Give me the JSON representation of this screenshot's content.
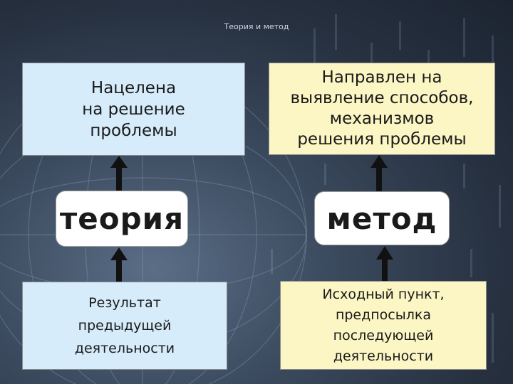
{
  "slide": {
    "title": "Теория и метод"
  },
  "theory": {
    "label": "теория",
    "goal_lines": [
      "Нацелена",
      "на решение",
      "проблемы"
    ],
    "source_lines": [
      "Результат",
      "предыдущей",
      "деятельности"
    ]
  },
  "method": {
    "label": "метод",
    "goal_lines": [
      "Направлен на",
      "выявление способов,",
      "механизмов",
      "решения проблемы"
    ],
    "source_lines": [
      "Исходный пункт,",
      "предпосылка",
      "последующей",
      "деятельности"
    ]
  },
  "colors": {
    "blue_box": "#d6ecfb",
    "yellow_box": "#fcf6c4",
    "arrow": "#111111",
    "pill": "#ffffff"
  }
}
